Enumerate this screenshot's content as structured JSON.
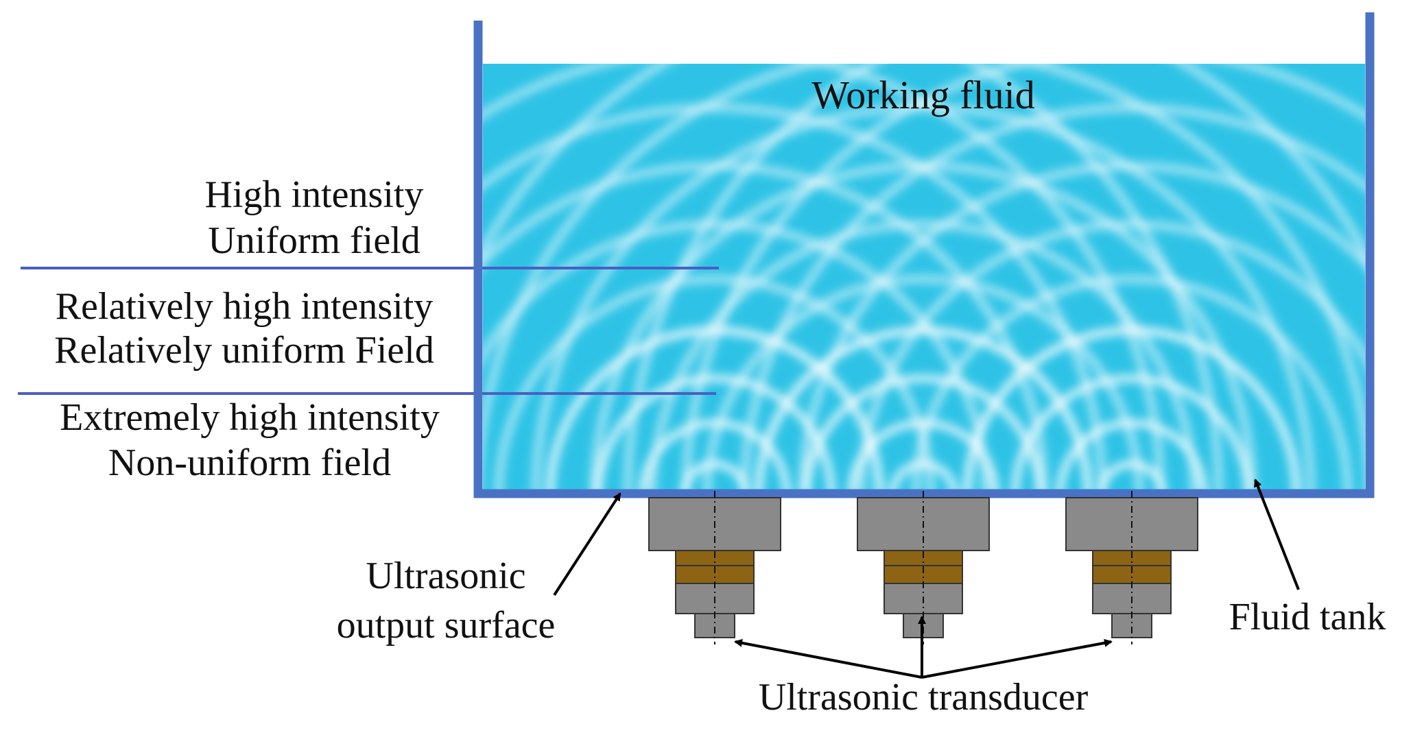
{
  "labels": {
    "working_fluid": "Working fluid",
    "zone_high": [
      "High intensity",
      "Uniform field"
    ],
    "zone_relative": [
      "Relatively high intensity",
      "Relatively uniform Field"
    ],
    "zone_extreme": [
      "Extremely high intensity",
      "Non-uniform field"
    ],
    "output_surface": [
      "Ultrasonic",
      "output surface"
    ],
    "fluid_tank": "Fluid tank",
    "transducer": "Ultrasonic transducer"
  },
  "colors": {
    "fluid": "#2ec3e6",
    "tank_wall": "#4a72c4",
    "zone_line": "#4b5fc0",
    "wave": "#ffffff",
    "transducer_body": "#8a8a8a",
    "transducer_piezo": "#8c6414",
    "arrow": "#000000"
  },
  "transducer_count": 3
}
